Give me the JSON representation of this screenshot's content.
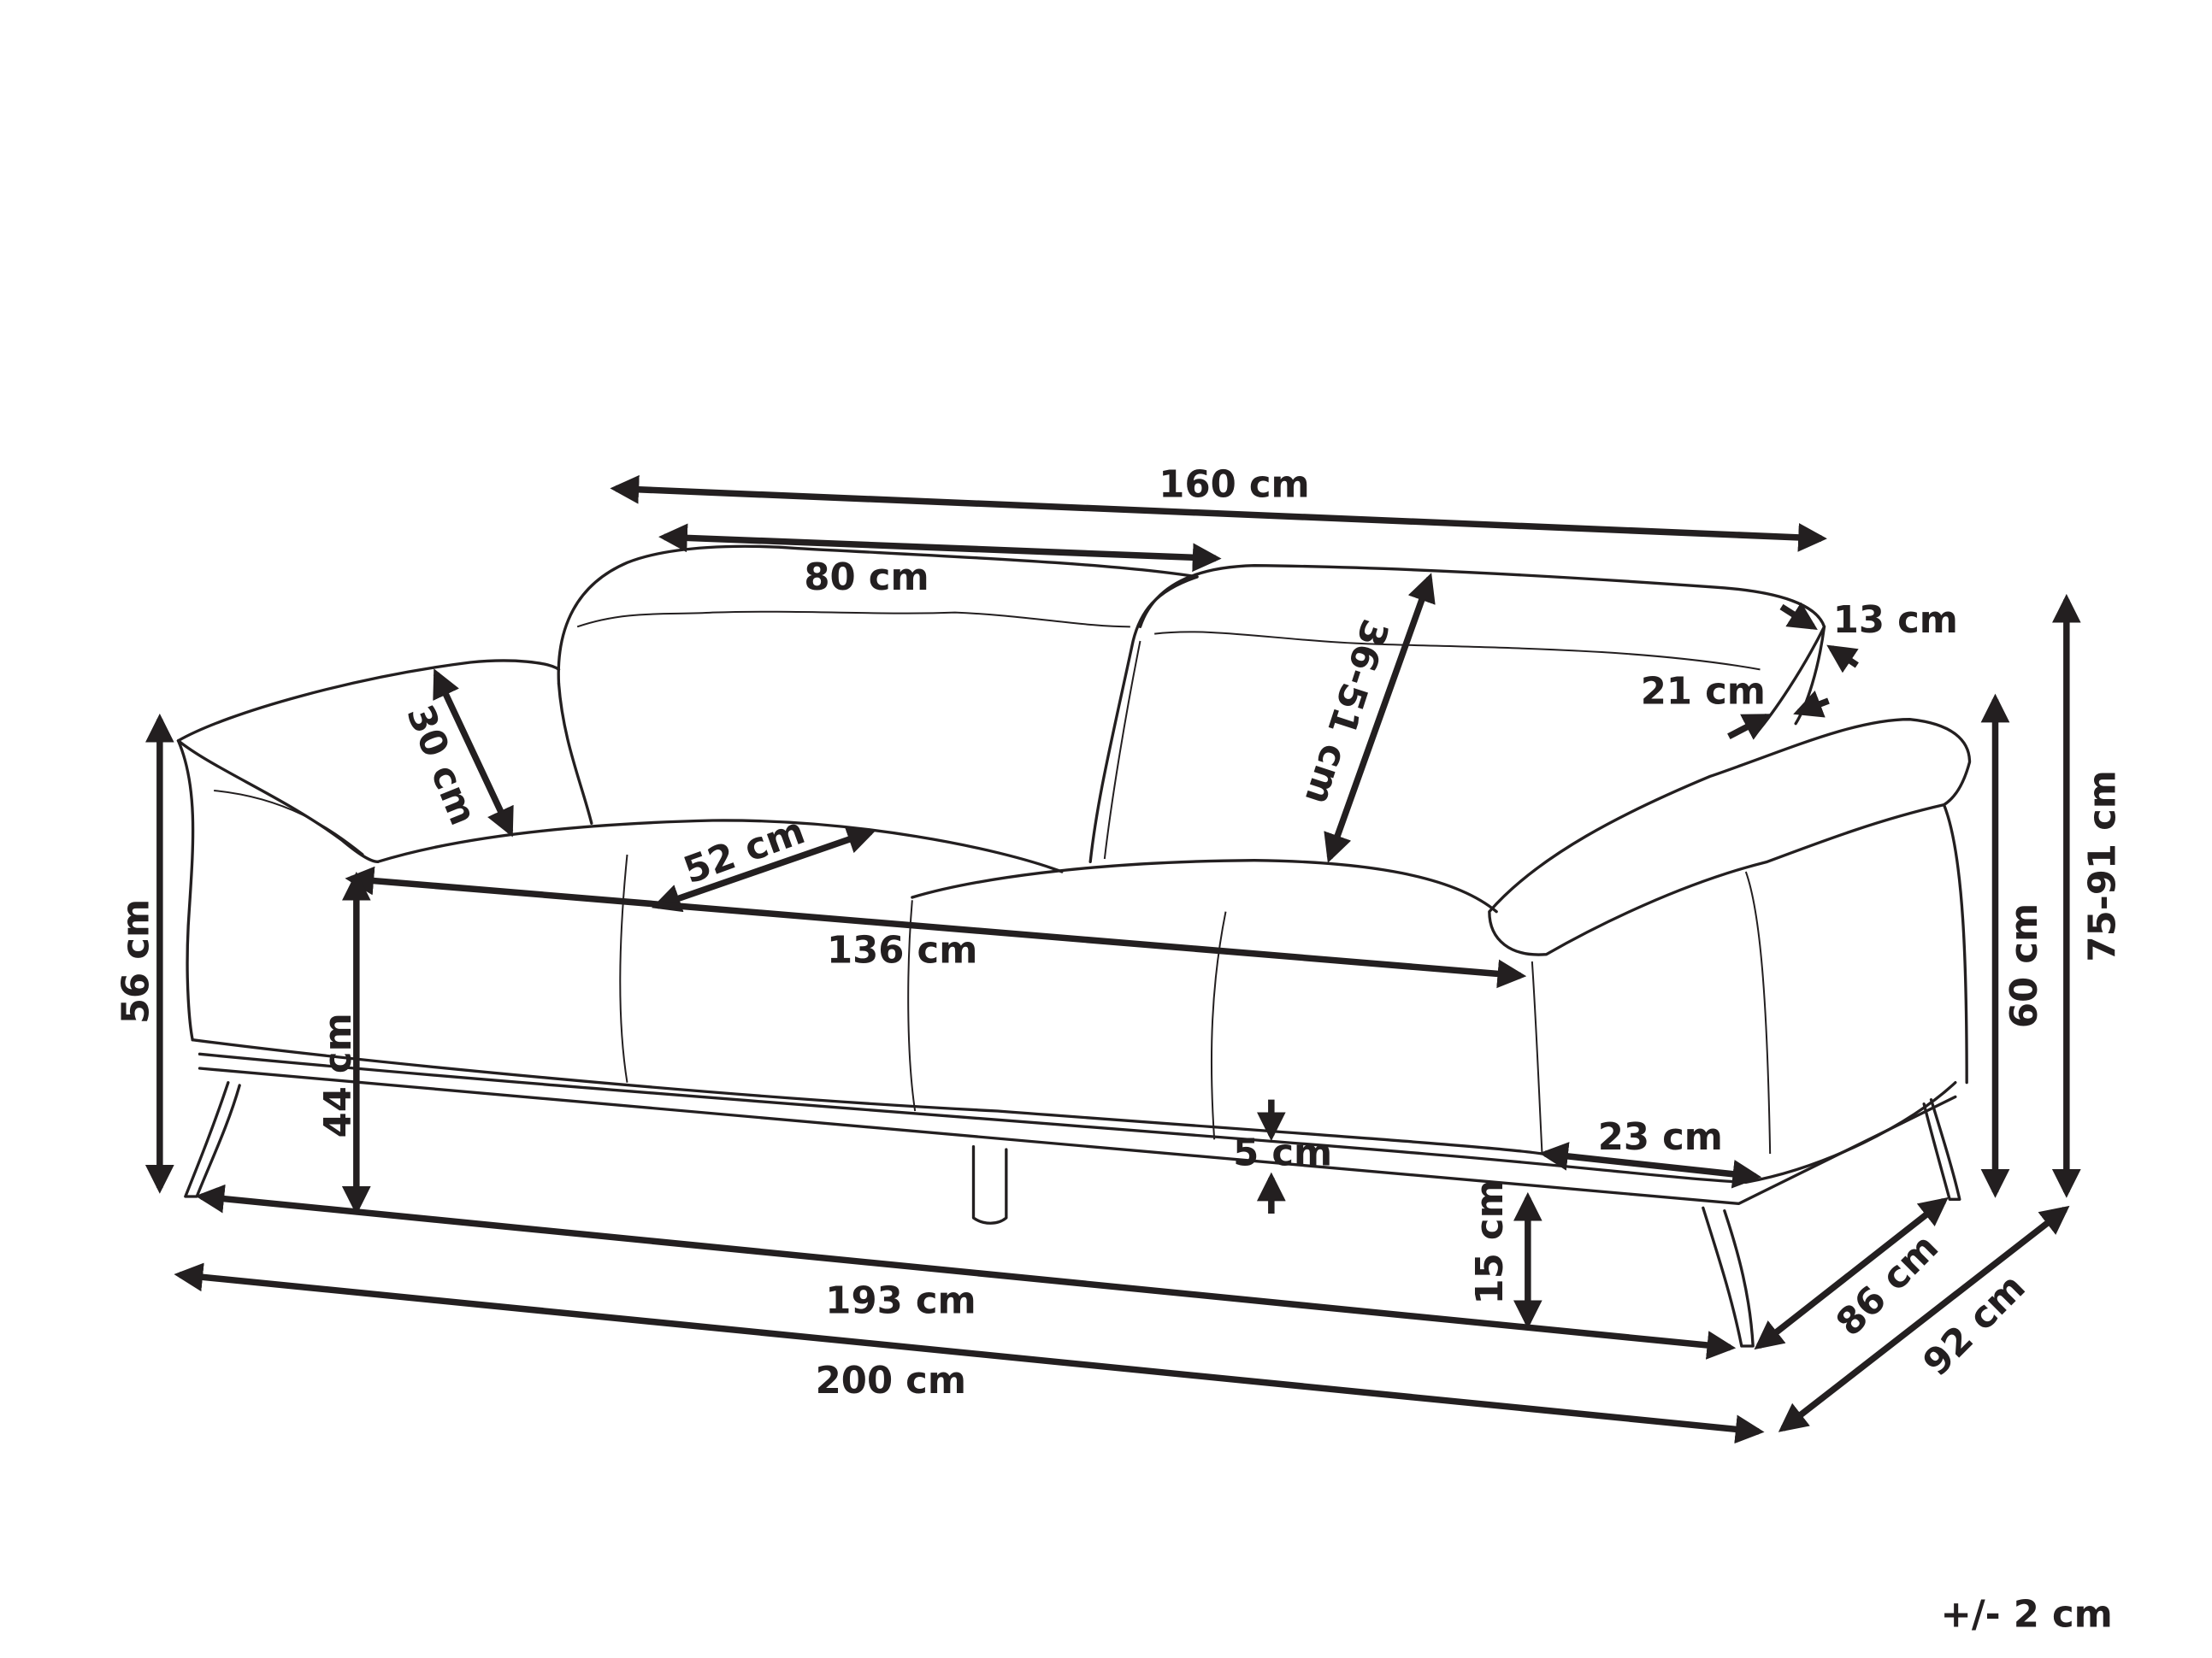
{
  "diagram": {
    "subject": "sofa",
    "dimensions": {
      "top_back_width": "160 cm",
      "seat_back_width": "80 cm",
      "headrest_depth": "13 cm",
      "headrest_thickness": "21 cm",
      "headrest_height": "36-51 cm",
      "armrest_width": "30 cm",
      "seat_depth": "52 cm",
      "seat_width": "136 cm",
      "arm_height": "56 cm",
      "seat_height": "44 cm",
      "leg_height_inner": "5 cm",
      "arm_depth": "23 cm",
      "leg_height": "15 cm",
      "inner_length": "193 cm",
      "total_length": "200 cm",
      "inner_depth": "86 cm",
      "total_depth": "92 cm",
      "back_height": "60 cm",
      "total_height": "75-91 cm"
    },
    "tolerance": "+/- 2 cm",
    "line_color": "#231f20"
  }
}
